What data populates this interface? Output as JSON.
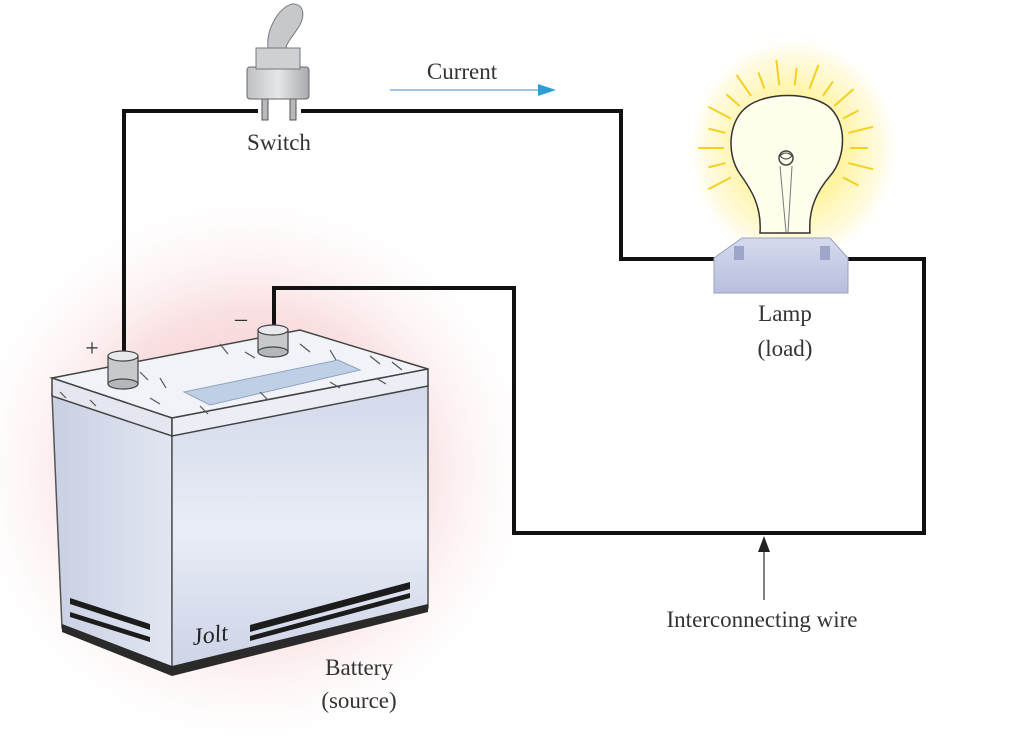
{
  "labels": {
    "switch": "Switch",
    "current": "Current",
    "lamp": "Lamp",
    "lamp_role": "(load)",
    "battery": "Battery",
    "battery_role": "(source)",
    "wire": "Interconnecting wire",
    "plus": "+",
    "minus": "–",
    "brand": "Jolt"
  },
  "colors": {
    "wire": "#111111",
    "current_arrow": "#2a9fd6",
    "battery_body": "#dfe4f2",
    "battery_glow": "#f6c9cc",
    "lamp_glow": "#fff27a",
    "text": "#333333"
  },
  "icons": {
    "switch": "toggle-switch-icon",
    "lamp": "light-bulb-icon",
    "battery": "car-battery-icon"
  }
}
